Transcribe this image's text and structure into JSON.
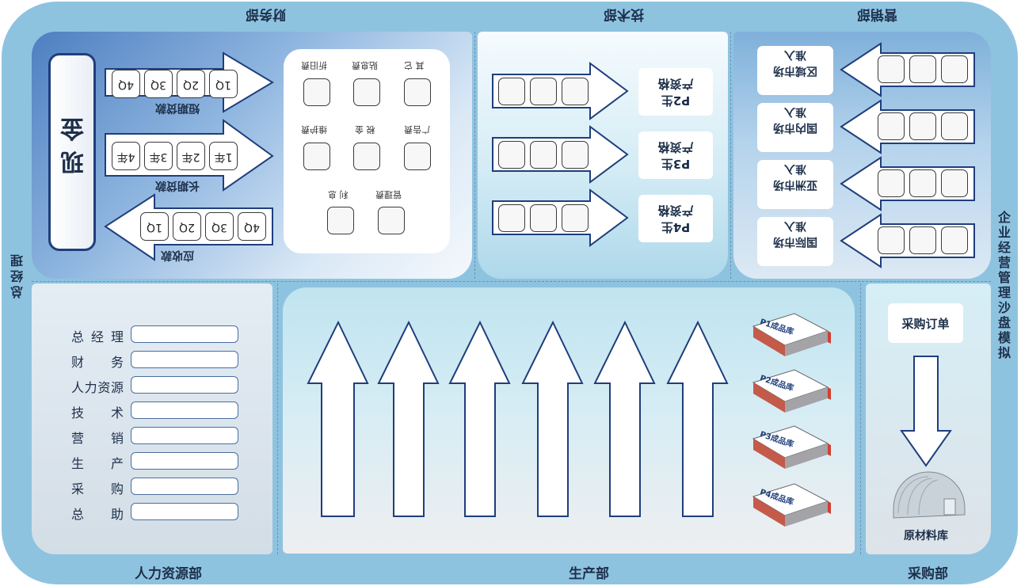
{
  "title": "企业经营管理沙盘模拟",
  "departments": {
    "finance": "财务部",
    "tech": "技术部",
    "marketing": "营销部",
    "hr": "人力资源部",
    "production": "生产部",
    "purchase": "采购部",
    "gm": "总经理"
  },
  "cash": "现金",
  "finance": {
    "short_loan": {
      "label": "短期贷款",
      "slots": [
        "1Q",
        "2Q",
        "3Q",
        "4Q"
      ]
    },
    "long_loan": {
      "label": "长期贷款",
      "slots": [
        "1年",
        "2年",
        "3年",
        "4年"
      ]
    },
    "receivable": {
      "label": "应收款",
      "slots": [
        "1Q",
        "2Q",
        "3Q",
        "4Q"
      ]
    },
    "expenses": [
      "其 它",
      "贴息费",
      "折旧费",
      "广告费",
      "税 金",
      "维护费",
      "管理费",
      "利 息"
    ]
  },
  "tech": {
    "products": [
      "P2生产资格",
      "P3生产资格",
      "P4生产资格"
    ]
  },
  "marketing": {
    "markets": [
      "区域市场准入",
      "国内市场准入",
      "亚洲市场准入",
      "国际市场准入"
    ]
  },
  "hr": {
    "roles": [
      "总经理",
      "财 务",
      "人力资源",
      "技 术",
      "营 销",
      "生 产",
      "采 购",
      "总 助"
    ]
  },
  "production": {
    "warehouses": [
      "P1成品库",
      "P2成品库",
      "P3成品库",
      "P4成品库"
    ],
    "lines": 6
  },
  "purchase": {
    "order": "采购订单",
    "raw_store": "原材料库"
  },
  "colors": {
    "frame": "#8ec3e0",
    "outline": "#1f3e7c",
    "text": "#1d2f4a"
  }
}
